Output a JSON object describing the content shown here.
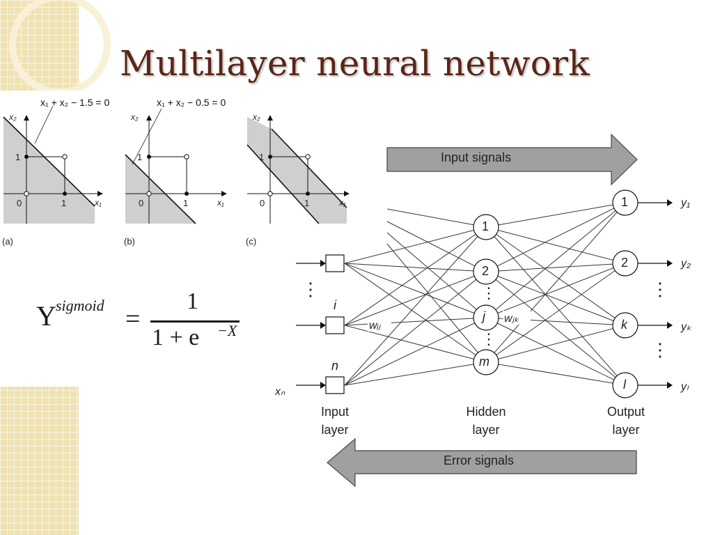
{
  "slide": {
    "title": "Multilayer neural network"
  },
  "theme": {
    "accent_title": "#5a2616",
    "left_strip": "#efe2b2",
    "grid_line": "#ffffff",
    "region_fill": "#cfcfcf",
    "arrow_fill": "#a0a0a0"
  },
  "threshold_plots": [
    {
      "panel": "(a)",
      "equation": "x₁ + x₂ − 1.5 = 0"
    },
    {
      "panel": "(b)",
      "equation": "x₁ + x₂ − 0.5 = 0"
    },
    {
      "panel": "(c)",
      "equation": ""
    }
  ],
  "plot_axes": {
    "x_label": "x₁",
    "y_label": "x₂",
    "origin": "0",
    "one_x": "1",
    "one_y": "1"
  },
  "formula": {
    "lhs": "Y",
    "superscript": "sigmoid",
    "equals": "=",
    "numerator": "1",
    "denominator_base": "1 + e",
    "denominator_exp": "−X"
  },
  "network": {
    "input_signals_label": "Input signals",
    "error_signals_label": "Error signals",
    "input_layer_label": "Input\nlayer",
    "hidden_layer_label": "Hidden\nlayer",
    "output_layer_label": "Output\nlayer",
    "input_index_i": "i",
    "input_index_n": "n",
    "input_x_n": "xₙ",
    "weight_ij": "wᵢⱼ",
    "weight_jk": "wⱼₖ",
    "hidden_nodes": [
      "1",
      "2",
      "j",
      "m"
    ],
    "output_nodes": [
      "1",
      "2",
      "k",
      "l"
    ],
    "outputs": [
      "y₁",
      "y₂",
      "yₖ",
      "yₗ"
    ],
    "ellipsis": "⋮"
  }
}
